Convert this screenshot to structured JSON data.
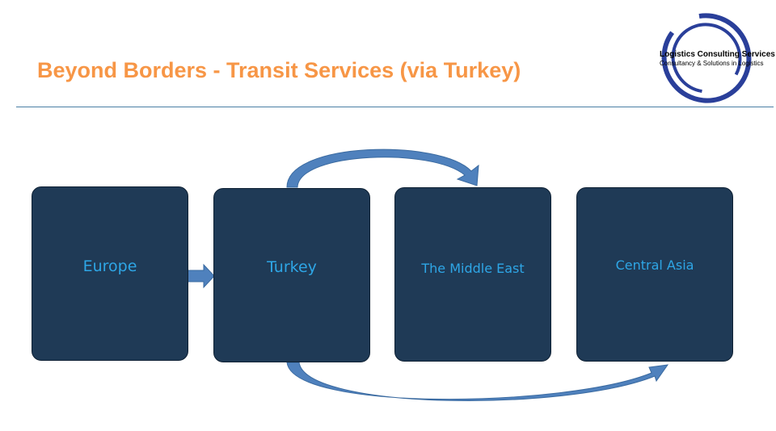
{
  "slide": {
    "title": "Beyond Borders - Transit Services (via Turkey)"
  },
  "logo": {
    "name": "Logistics Consulting Services",
    "tagline": "Consultancy & Solutions in Logistics"
  },
  "diagram": {
    "nodes": [
      {
        "id": "europe",
        "label": "Europe"
      },
      {
        "id": "turkey",
        "label": "Turkey"
      },
      {
        "id": "middle-east",
        "label": "The Middle East"
      },
      {
        "id": "central-asia",
        "label": "Central Asia"
      }
    ],
    "edges": [
      {
        "from": "europe",
        "to": "turkey",
        "style": "straight"
      },
      {
        "from": "turkey",
        "to": "middle-east",
        "style": "curved-over"
      },
      {
        "from": "turkey",
        "to": "central-asia",
        "style": "curved-under"
      }
    ]
  },
  "colors": {
    "title": "#f79646",
    "node_fill": "#1f3a56",
    "node_text": "#2ea6e6",
    "arrow": "#4f81bd",
    "divider": "#4a7ea5",
    "logo_ring": "#2a3f9a"
  }
}
